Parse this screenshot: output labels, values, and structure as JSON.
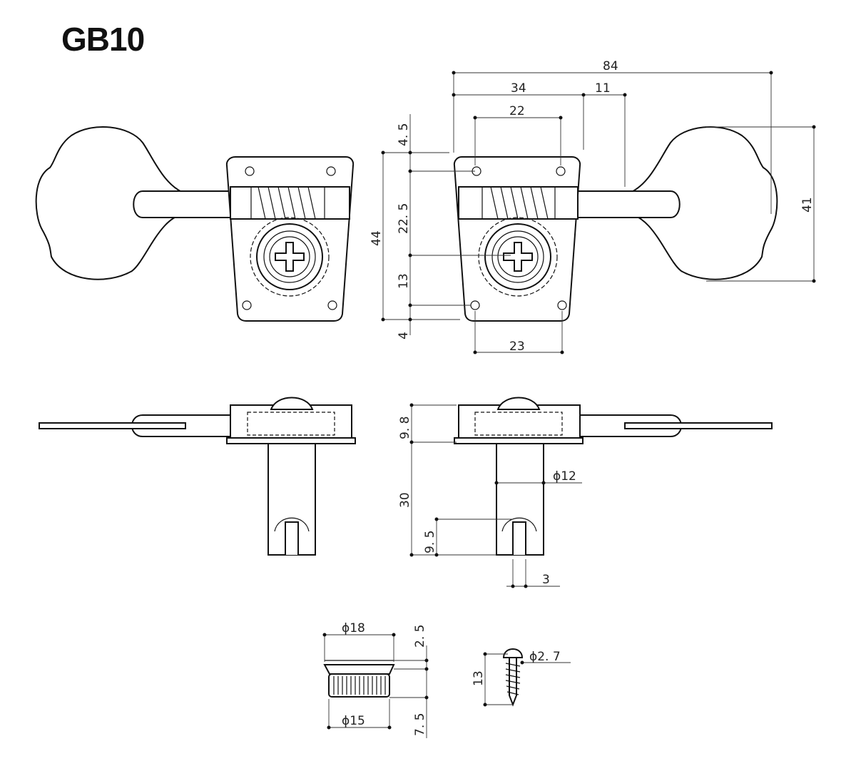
{
  "title": "GB10",
  "dimensions": {
    "total_length": "84",
    "plate_to_post": "34",
    "post_to_key": "11",
    "hole_spacing_top": "22",
    "hole_spacing_bottom": "23",
    "key_height": "41",
    "plate_height": "44",
    "top_offset": "4. 5",
    "hole_to_gear": "22. 5",
    "gear_to_hole": "13",
    "bottom_offset": "4",
    "housing_height": "9. 8",
    "post_length": "30",
    "post_diameter": "ϕ12",
    "slot_depth": "9. 5",
    "slot_width": "3",
    "bushing_outer": "ϕ18",
    "bushing_flange": "2. 5",
    "bushing_inner": "ϕ15",
    "bushing_height": "7. 5",
    "screw_length": "13",
    "screw_diameter": "ϕ2. 7"
  }
}
